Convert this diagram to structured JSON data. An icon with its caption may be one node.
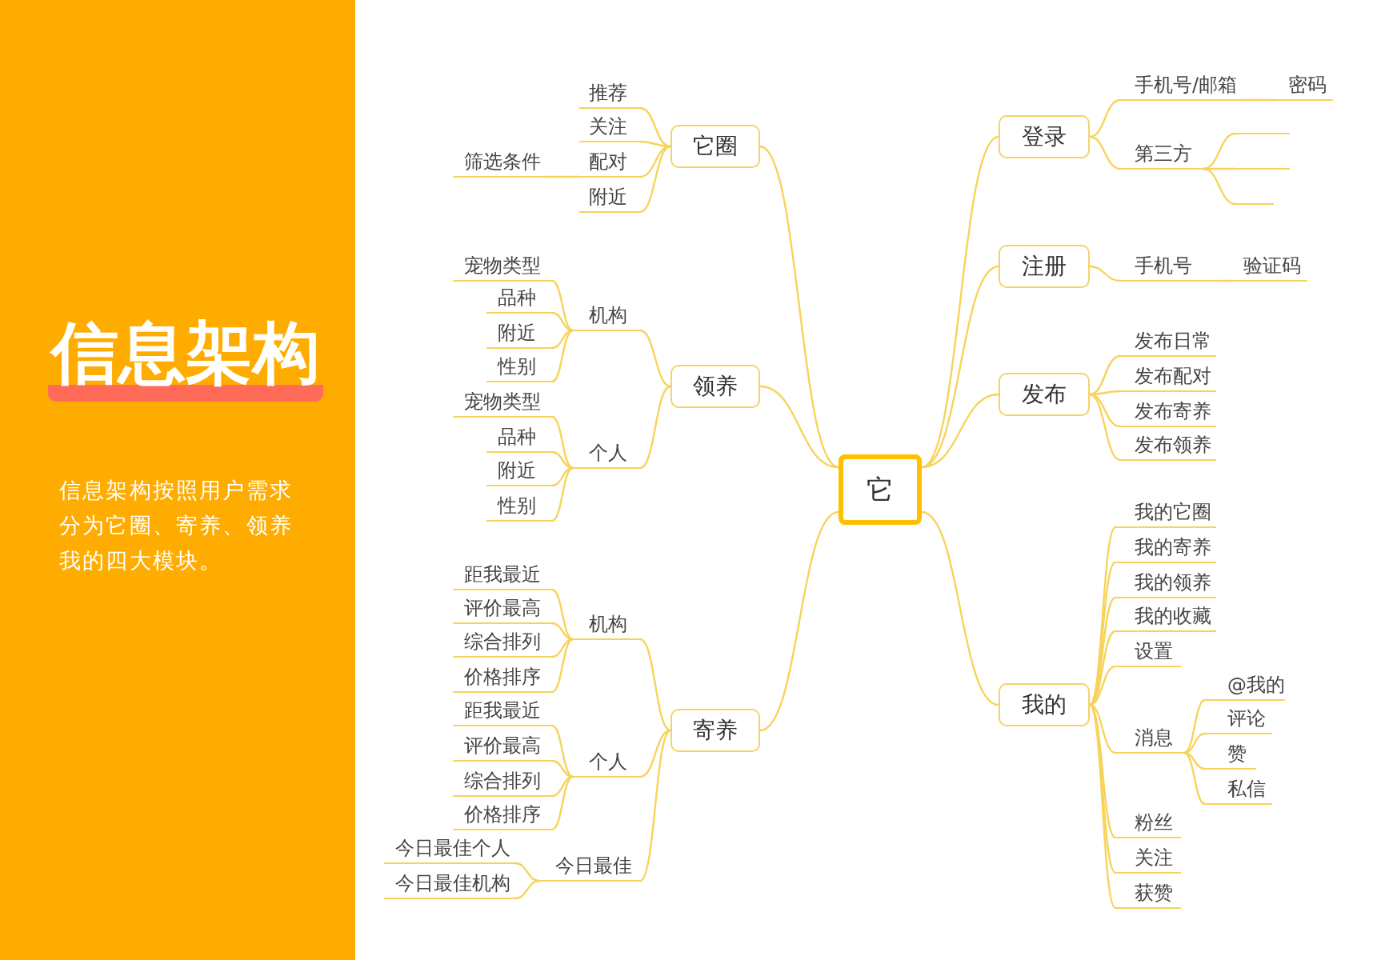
{
  "diagram": {
    "title": "信息架构",
    "nodes": [
      {
        "text": [
          "它"
        ]
      },
      {
        "text": [
          "它圈"
        ]
      },
      {
        "text": [
          "推荐"
        ]
      },
      {
        "text": [
          "关注"
        ]
      },
      {
        "text": [
          "配对"
        ]
      },
      {
        "text": [
          "筛选条件"
        ]
      },
      {
        "text": [
          "附近"
        ]
      },
      {
        "text": [
          "领养"
        ]
      },
      {
        "text": [
          "机构"
        ]
      },
      {
        "text": [
          "宠物类型"
        ]
      },
      {
        "text": [
          "品种"
        ]
      },
      {
        "text": [
          "附近"
        ]
      },
      {
        "text": [
          "性别"
        ]
      },
      {
        "text": [
          "个人"
        ]
      },
      {
        "text": [
          "宠物类型"
        ]
      },
      {
        "text": [
          "品种"
        ]
      },
      {
        "text": [
          "附近"
        ]
      },
      {
        "text": [
          "性别"
        ]
      },
      {
        "text": [
          "寄养"
        ]
      },
      {
        "text": [
          "机构"
        ]
      },
      {
        "text": [
          "距我最近"
        ]
      },
      {
        "text": [
          "评价最高"
        ]
      },
      {
        "text": [
          "综合排列"
        ]
      },
      {
        "text": [
          "价格排序"
        ]
      },
      {
        "text": [
          "个人"
        ]
      },
      {
        "text": [
          "距我最近"
        ]
      },
      {
        "text": [
          "评价最高"
        ]
      },
      {
        "text": [
          "综合排列"
        ]
      },
      {
        "text": [
          "价格排序"
        ]
      },
      {
        "text": [
          "今日最佳"
        ]
      },
      {
        "text": [
          "今日最佳个人"
        ]
      },
      {
        "text": [
          "今日最佳机构"
        ]
      },
      {
        "text": [
          "登录"
        ]
      },
      {
        "text": [
          "手机号/邮箱"
        ]
      },
      {
        "text": [
          "密码"
        ]
      },
      {
        "text": [
          "第三方"
        ]
      },
      {
        "text": [],
        "shape": "line"
      },
      {
        "text": [],
        "shape": "line"
      },
      {
        "text": [],
        "shape": "line"
      },
      {
        "text": [
          "注册"
        ]
      },
      {
        "text": [
          "手机号"
        ]
      },
      {
        "text": [
          "验证码"
        ]
      },
      {
        "text": [
          "发布"
        ]
      },
      {
        "text": [
          "发布日常"
        ]
      },
      {
        "text": [
          "发布配对"
        ]
      },
      {
        "text": [
          "发布寄养"
        ]
      },
      {
        "text": [
          "发布领养"
        ]
      },
      {
        "text": [
          "我的"
        ]
      },
      {
        "text": [
          "我的它圈"
        ]
      },
      {
        "text": [
          "我的寄养"
        ]
      },
      {
        "text": [
          "我的领养"
        ]
      },
      {
        "text": [
          "我的收藏"
        ]
      },
      {
        "text": [
          "设置"
        ]
      },
      {
        "text": [
          "消息"
        ]
      },
      {
        "text": [
          "@我的"
        ]
      },
      {
        "text": [
          "评论"
        ]
      },
      {
        "text": [
          "赞"
        ]
      },
      {
        "text": [
          "私信"
        ]
      },
      {
        "text": [
          "粉丝"
        ]
      },
      {
        "text": [
          "关注"
        ]
      },
      {
        "text": [
          "获赞"
        ]
      }
    ],
    "edges": [
      {
        "from": 0,
        "to": 1,
        "arrow": "none"
      },
      {
        "from": 1,
        "to": 2,
        "arrow": "none"
      },
      {
        "from": 1,
        "to": 3,
        "arrow": "none"
      },
      {
        "from": 1,
        "to": 4,
        "arrow": "none"
      },
      {
        "from": 4,
        "to": 5,
        "arrow": "none"
      },
      {
        "from": 1,
        "to": 6,
        "arrow": "none"
      },
      {
        "from": 0,
        "to": 7,
        "arrow": "none"
      },
      {
        "from": 7,
        "to": 8,
        "arrow": "none"
      },
      {
        "from": 8,
        "to": 9,
        "arrow": "none"
      },
      {
        "from": 8,
        "to": 10,
        "arrow": "none"
      },
      {
        "from": 8,
        "to": 11,
        "arrow": "none"
      },
      {
        "from": 8,
        "to": 12,
        "arrow": "none"
      },
      {
        "from": 7,
        "to": 13,
        "arrow": "none"
      },
      {
        "from": 13,
        "to": 14,
        "arrow": "none"
      },
      {
        "from": 13,
        "to": 15,
        "arrow": "none"
      },
      {
        "from": 13,
        "to": 16,
        "arrow": "none"
      },
      {
        "from": 13,
        "to": 17,
        "arrow": "none"
      },
      {
        "from": 0,
        "to": 18,
        "arrow": "none"
      },
      {
        "from": 18,
        "to": 19,
        "arrow": "none"
      },
      {
        "from": 19,
        "to": 20,
        "arrow": "none"
      },
      {
        "from": 19,
        "to": 21,
        "arrow": "none"
      },
      {
        "from": 19,
        "to": 22,
        "arrow": "none"
      },
      {
        "from": 19,
        "to": 23,
        "arrow": "none"
      },
      {
        "from": 18,
        "to": 24,
        "arrow": "none"
      },
      {
        "from": 24,
        "to": 25,
        "arrow": "none"
      },
      {
        "from": 24,
        "to": 26,
        "arrow": "none"
      },
      {
        "from": 24,
        "to": 27,
        "arrow": "none"
      },
      {
        "from": 24,
        "to": 28,
        "arrow": "none"
      },
      {
        "from": 18,
        "to": 29,
        "arrow": "none"
      },
      {
        "from": 29,
        "to": 30,
        "arrow": "none"
      },
      {
        "from": 29,
        "to": 31,
        "arrow": "none"
      },
      {
        "from": 0,
        "to": 32,
        "arrow": "none"
      },
      {
        "from": 32,
        "to": 33,
        "arrow": "none"
      },
      {
        "from": 33,
        "to": 34,
        "arrow": "none"
      },
      {
        "from": 32,
        "to": 35,
        "arrow": "none"
      },
      {
        "from": 35,
        "to": 36,
        "arrow": "none"
      },
      {
        "from": 35,
        "to": 37,
        "arrow": "none"
      },
      {
        "from": 35,
        "to": 38,
        "arrow": "none"
      },
      {
        "from": 0,
        "to": 39,
        "arrow": "none"
      },
      {
        "from": 39,
        "to": 40,
        "arrow": "none"
      },
      {
        "from": 40,
        "to": 41,
        "arrow": "none"
      },
      {
        "from": 0,
        "to": 42,
        "arrow": "none"
      },
      {
        "from": 42,
        "to": 43,
        "arrow": "none"
      },
      {
        "from": 42,
        "to": 44,
        "arrow": "none"
      },
      {
        "from": 42,
        "to": 45,
        "arrow": "none"
      },
      {
        "from": 42,
        "to": 46,
        "arrow": "none"
      },
      {
        "from": 0,
        "to": 47,
        "arrow": "none"
      },
      {
        "from": 47,
        "to": 48,
        "arrow": "none"
      },
      {
        "from": 47,
        "to": 49,
        "arrow": "none"
      },
      {
        "from": 47,
        "to": 50,
        "arrow": "none"
      },
      {
        "from": 47,
        "to": 51,
        "arrow": "none"
      },
      {
        "from": 47,
        "to": 52,
        "arrow": "none"
      },
      {
        "from": 47,
        "to": 53,
        "arrow": "none"
      },
      {
        "from": 53,
        "to": 54,
        "arrow": "none"
      },
      {
        "from": 53,
        "to": 55,
        "arrow": "none"
      },
      {
        "from": 53,
        "to": 56,
        "arrow": "none"
      },
      {
        "from": 53,
        "to": 57,
        "arrow": "none"
      },
      {
        "from": 47,
        "to": 58,
        "arrow": "none"
      },
      {
        "from": 47,
        "to": 59,
        "arrow": "none"
      },
      {
        "from": 47,
        "to": 60,
        "arrow": "none"
      }
    ],
    "labels": [
      "信息架构按照用户需求分为它圈、寄养、领养我的四大模块。"
    ]
  }
}
